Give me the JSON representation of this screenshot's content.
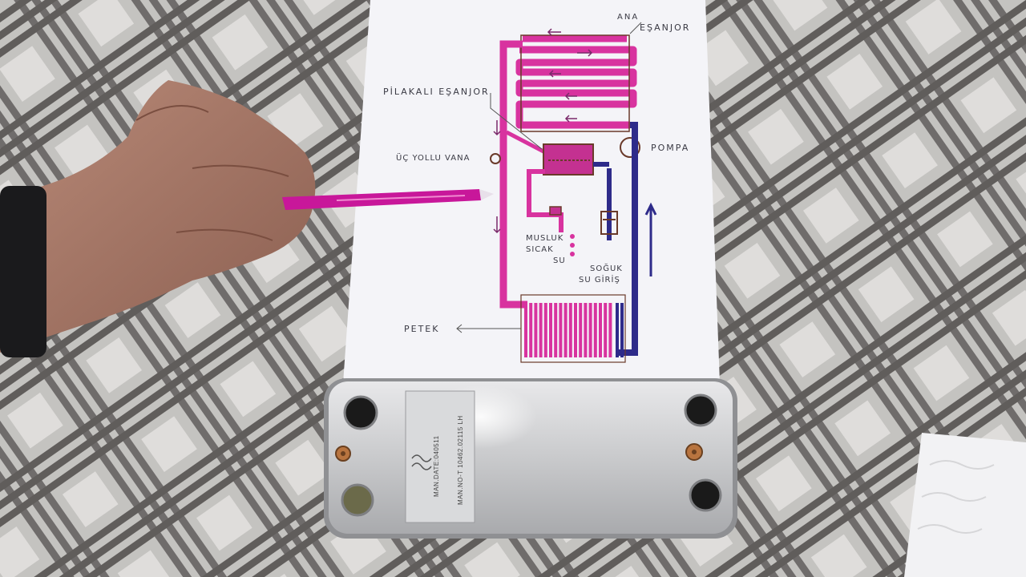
{
  "diagram": {
    "labels": {
      "ana": "ANA",
      "esanjor": "EŞANJOR",
      "plakali": "PİLAKALI EŞANJOR",
      "vana": "ÜÇ YOLLU VANA",
      "pompa": "POMPA",
      "musluk": "MUSLUK",
      "sicak": "SICAK",
      "su": "SU",
      "soguk": "SOĞUK",
      "su_giris": "SU GİRİŞ",
      "petek": "PETEK"
    },
    "colors": {
      "hot": "#d8339f",
      "cold": "#2e2b8a",
      "outline": "#6a3a2a",
      "paper": "#f4f4f8"
    }
  },
  "plate": {
    "date_label": "MAN.DATE:040511",
    "number_label": "MAN.NO-T 10462.02115 LH"
  },
  "scene": {
    "objects": [
      "hand",
      "pink-pen",
      "carpet",
      "paper-towel",
      "wristwatch"
    ]
  }
}
